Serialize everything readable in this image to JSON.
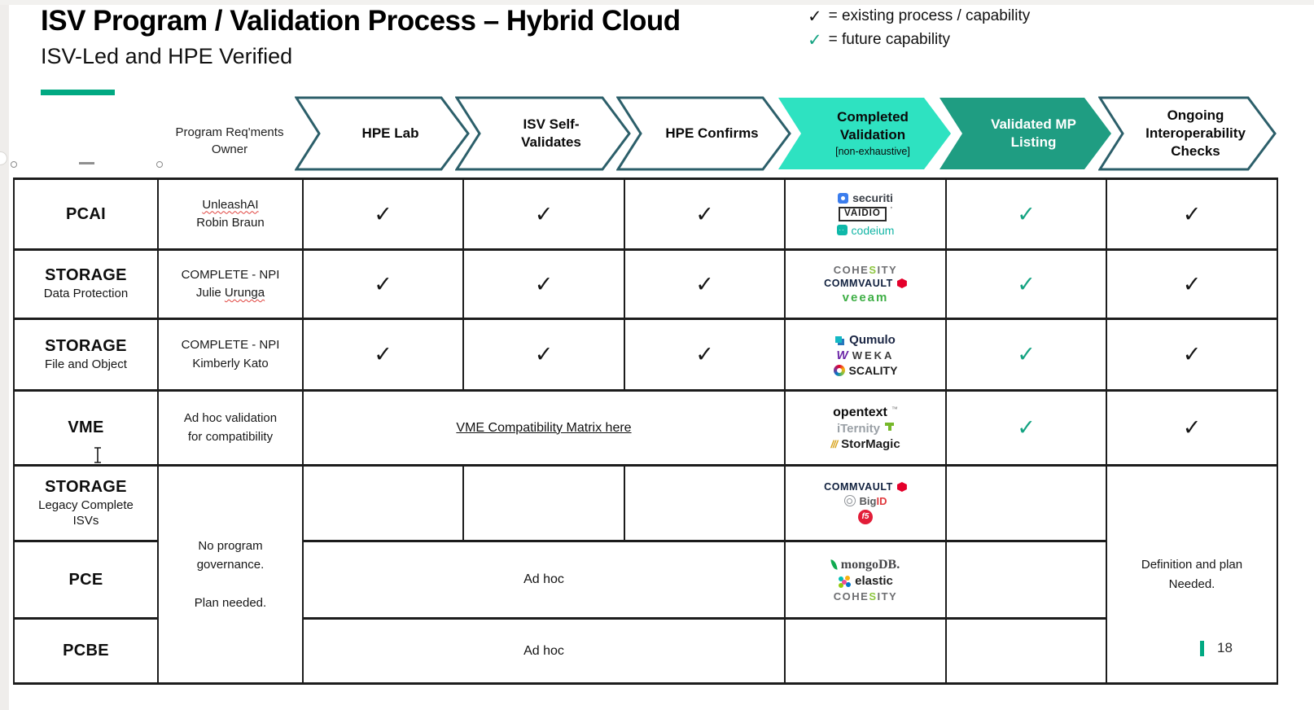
{
  "colors": {
    "accent_green": "#01a982",
    "chevron_fill_light": "#2ee2c1",
    "chevron_fill_dark": "#1f9d82",
    "chevron_outline": "#2c5f6a",
    "check_black": "#161616",
    "check_green": "#14a382",
    "table_border": "#1c1c1c"
  },
  "title": {
    "heading": "ISV Program / Validation Process – Hybrid Cloud",
    "subheading": "ISV-Led and HPE Verified"
  },
  "legend": {
    "items": [
      {
        "mark": "✓",
        "label": "= existing process / capability"
      },
      {
        "mark": "✓",
        "label": "= future capability"
      }
    ]
  },
  "table": {
    "owner_header": "Program Req'ments\nOwner",
    "check": "✓",
    "stages": [
      {
        "label": "HPE Lab"
      },
      {
        "label": "ISV Self-\nValidates"
      },
      {
        "label": "HPE Confirms"
      },
      {
        "label": "Completed\nValidation",
        "sub": "[non-exhaustive]"
      },
      {
        "label": "Validated MP\nListing"
      },
      {
        "label": "Ongoing\nInteroperability\nChecks"
      }
    ],
    "rows": [
      {
        "category": "PCAI",
        "owner_line1": "UnleashAI",
        "owner_line2": "Robin Braun"
      },
      {
        "category": "STORAGE",
        "category_sub": "Data Protection",
        "owner_line1": "COMPLETE - NPI",
        "owner_line2_prefix": "Julie ",
        "owner_line2_squiggle": "Urunga"
      },
      {
        "category": "STORAGE",
        "category_sub": "File and Object",
        "owner_line1": "COMPLETE - NPI",
        "owner_line2": "Kimberly Kato"
      },
      {
        "category": "VME",
        "owner_line1": "Ad hoc validation",
        "owner_line2": "for compatibility",
        "link": "VME Compatibility Matrix here"
      },
      {
        "category": "STORAGE",
        "category_sub": "Legacy Complete\nISVs"
      },
      {
        "category": "PCE",
        "adhoc": "Ad hoc"
      },
      {
        "category": "PCBE",
        "adhoc": "Ad hoc"
      }
    ],
    "shared": {
      "owner_merged": "No program\ngovernance.\n\nPlan needed.",
      "ongoing_merged": "Definition and plan\nNeeded."
    }
  },
  "logos": {
    "securiti": {
      "text": "securiti"
    },
    "vaidio": {
      "text": "VAIDIO",
      "suffix": "’"
    },
    "codeium": {
      "text": "codeium",
      "glyph": "··"
    },
    "cohesity": {
      "pre": "COHE",
      "mid": "S",
      "post": "ITY"
    },
    "commvault": {
      "text": "COMMVAULT"
    },
    "veeam": {
      "text": "veeam"
    },
    "qumulo": {
      "text": "Qumulo"
    },
    "weka": {
      "icon_letter": "W",
      "text": "WEKA"
    },
    "scality": {
      "text": "SCALITY"
    },
    "opentext": {
      "text": "opentext",
      "sup": "™"
    },
    "iternity": {
      "text": "iTernity"
    },
    "stormagic": {
      "slashes": "///",
      "text": "StorMagic"
    },
    "bigid": {
      "pre": "Big",
      "post": "ID"
    },
    "f5": {
      "text": "f5"
    },
    "mongodb": {
      "text": "mongoDB."
    },
    "elastic": {
      "text": "elastic"
    }
  },
  "footer": {
    "page_number": "18"
  }
}
